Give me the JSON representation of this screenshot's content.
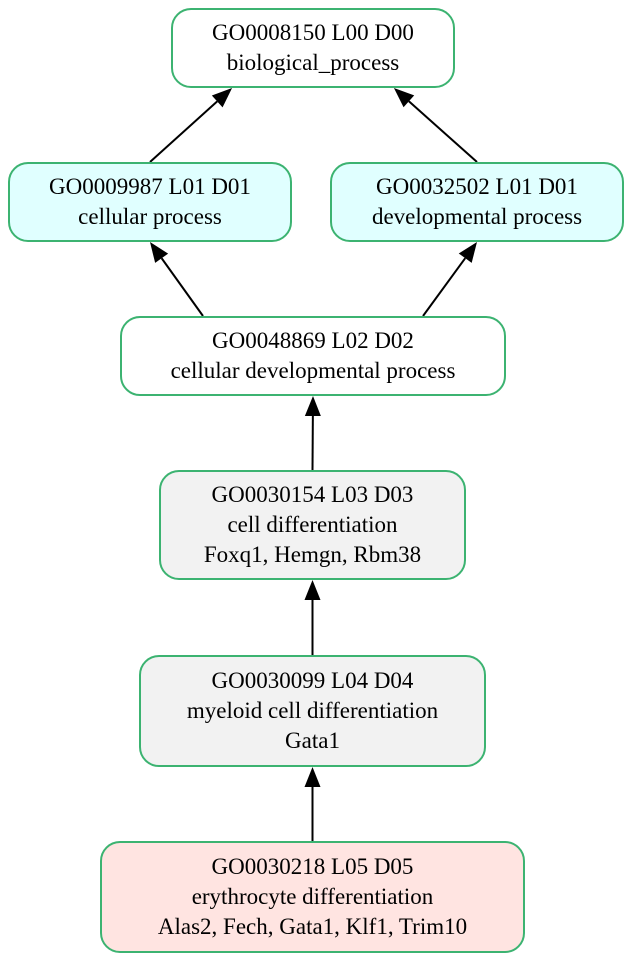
{
  "colors": {
    "border": "#3cb371",
    "edge": "#000000",
    "white": "#ffffff",
    "cyan": "#e0ffff",
    "gray": "#f2f2f2",
    "pink": "#ffe4e1"
  },
  "nodes": [
    {
      "id": "n0",
      "name": "node-go0008150",
      "fill": "white",
      "header": "GO0008150 L00 D00",
      "term": "biological_process",
      "genes": ""
    },
    {
      "id": "n1",
      "name": "node-go0009987",
      "fill": "cyan",
      "header": "GO0009987 L01 D01",
      "term": "cellular process",
      "genes": ""
    },
    {
      "id": "n2",
      "name": "node-go0032502",
      "fill": "cyan",
      "header": "GO0032502 L01 D01",
      "term": "developmental process",
      "genes": ""
    },
    {
      "id": "n3",
      "name": "node-go0048869",
      "fill": "white",
      "header": "GO0048869 L02 D02",
      "term": "cellular developmental process",
      "genes": ""
    },
    {
      "id": "n4",
      "name": "node-go0030154",
      "fill": "gray",
      "header": "GO0030154 L03 D03",
      "term": "cell differentiation",
      "genes": "Foxq1, Hemgn, Rbm38"
    },
    {
      "id": "n5",
      "name": "node-go0030099",
      "fill": "gray",
      "header": "GO0030099 L04 D04",
      "term": "myeloid cell differentiation",
      "genes": "Gata1"
    },
    {
      "id": "n6",
      "name": "node-go0030218",
      "fill": "pink",
      "header": "GO0030218 L05 D05",
      "term": "erythrocyte differentiation",
      "genes": "Alas2, Fech, Gata1, Klf1, Trim10"
    }
  ],
  "edges": [
    {
      "from": "n1",
      "to": "n0"
    },
    {
      "from": "n2",
      "to": "n0"
    },
    {
      "from": "n3",
      "to": "n1"
    },
    {
      "from": "n3",
      "to": "n2"
    },
    {
      "from": "n4",
      "to": "n3"
    },
    {
      "from": "n5",
      "to": "n4"
    },
    {
      "from": "n6",
      "to": "n5"
    }
  ]
}
